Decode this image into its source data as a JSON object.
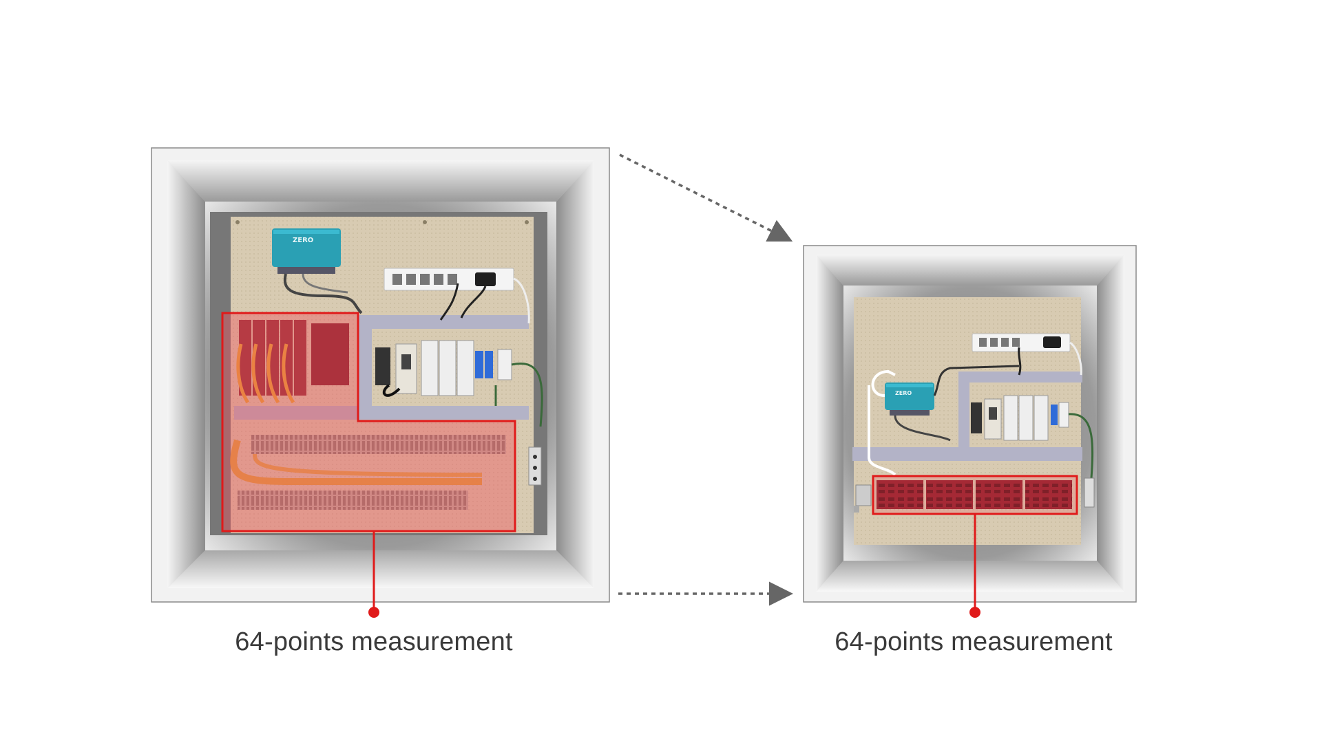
{
  "left_panel": {
    "caption": "64-points measurement",
    "device_logo": "ZERO"
  },
  "right_panel": {
    "caption": "64-points measurement",
    "device_logo": "ZERO"
  },
  "colors": {
    "highlight": "#e01a1a",
    "highlight_fill": "rgba(240,80,90,0.45)",
    "cabinet": "#f2f2f2",
    "backplate": "#d9ccb3",
    "device": "#2aa0b4",
    "arrow": "#666666"
  }
}
